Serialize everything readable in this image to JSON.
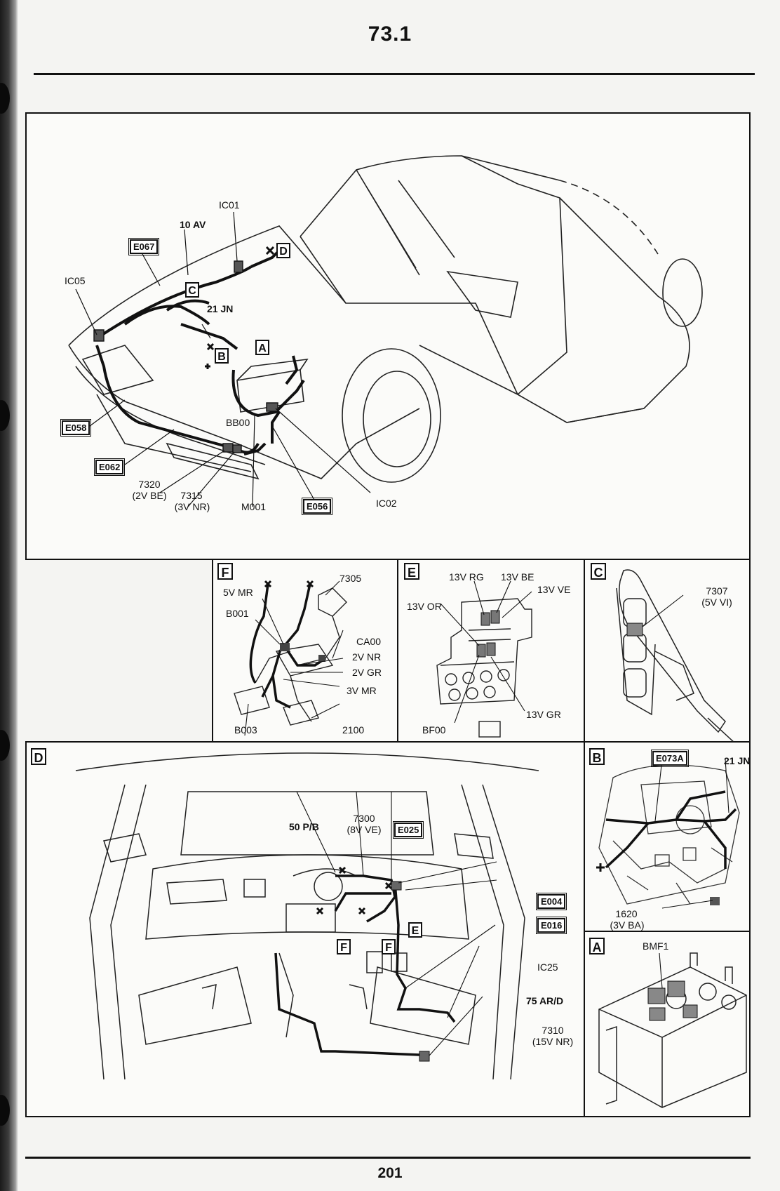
{
  "page": {
    "title": "73.1",
    "number": "201"
  },
  "main": {
    "labels": {
      "ic01": "IC01",
      "av10": "10 AV",
      "e067": "E067",
      "ic05": "IC05",
      "jn21": "21 JN",
      "bb00": "BB00",
      "e058": "E058",
      "e062": "E062",
      "c7320": "7320",
      "c7320_sub": "(2V BE)",
      "c7315": "7315",
      "c7315_sub": "(3V NR)",
      "m001": "M001",
      "e056": "E056",
      "ic02": "IC02",
      "tag_a": "A",
      "tag_b": "B",
      "tag_c": "C",
      "tag_d": "D"
    }
  },
  "panel_f": {
    "letter": "F",
    "labels": {
      "c7305": "7305",
      "mr5v": "5V MR",
      "b001": "B001",
      "ca00": "CA00",
      "nr2v": "2V NR",
      "gr2v": "2V GR",
      "mr3v": "3V MR",
      "b003": "B003",
      "c2100": "2100"
    }
  },
  "panel_e": {
    "letter": "E",
    "labels": {
      "rg13v": "13V RG",
      "be13v": "13V BE",
      "ve13v": "13V VE",
      "or13v": "13V OR",
      "bf00": "BF00",
      "gr13v": "13V GR"
    }
  },
  "panel_c": {
    "letter": "C",
    "labels": {
      "c7307": "7307",
      "c7307_sub": "(5V VI)"
    }
  },
  "panel_d": {
    "letter": "D",
    "labels": {
      "pb50": "50 P/B",
      "c7300": "7300",
      "c7300_sub": "(8V VE)",
      "e025": "E025",
      "e004": "E004",
      "e016": "E016",
      "ic25": "IC25",
      "ard75": "75 AR/D",
      "c7310": "7310",
      "c7310_sub": "(15V NR)",
      "tag_e": "E",
      "tag_f1": "F",
      "tag_f2": "F"
    }
  },
  "panel_b": {
    "letter": "B",
    "labels": {
      "e073a": "E073A",
      "jn21": "21 JN",
      "c1620": "1620",
      "c1620_sub": "(3V BA)"
    }
  },
  "panel_a": {
    "letter": "A",
    "labels": {
      "bmf1": "BMF1"
    }
  }
}
